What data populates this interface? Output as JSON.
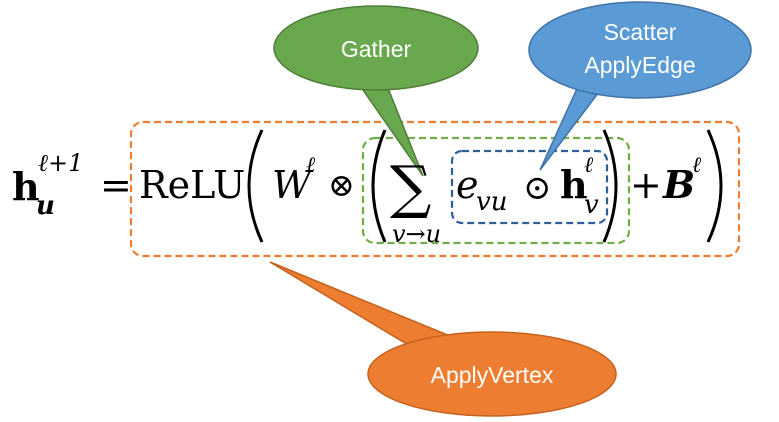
{
  "equation": {
    "h_bold": "h",
    "sub_u": "u",
    "sup_l_plus_1": "ℓ+1",
    "equals": "=",
    "relu": "ReLU",
    "W": "W",
    "sup_l": "ℓ",
    "otimes": "⊗",
    "sigma": "∑",
    "sum_limit": "v→u",
    "e": "e",
    "e_sub": "vu",
    "odot": "⊙",
    "sub_v": "v",
    "plus": "+",
    "B": "B"
  },
  "callouts": {
    "gather": {
      "label": "Gather",
      "color": "#6aa84f"
    },
    "scatter": {
      "line1": "Scatter",
      "line2": "ApplyEdge",
      "color": "#5b9bd5"
    },
    "apply_vertex": {
      "label": "ApplyVertex",
      "color": "#ed7d31"
    }
  },
  "boxes": {
    "apply_vertex_color": "#ed7d31",
    "gather_color": "#70ad47",
    "scatter_color": "#2e5f99"
  }
}
